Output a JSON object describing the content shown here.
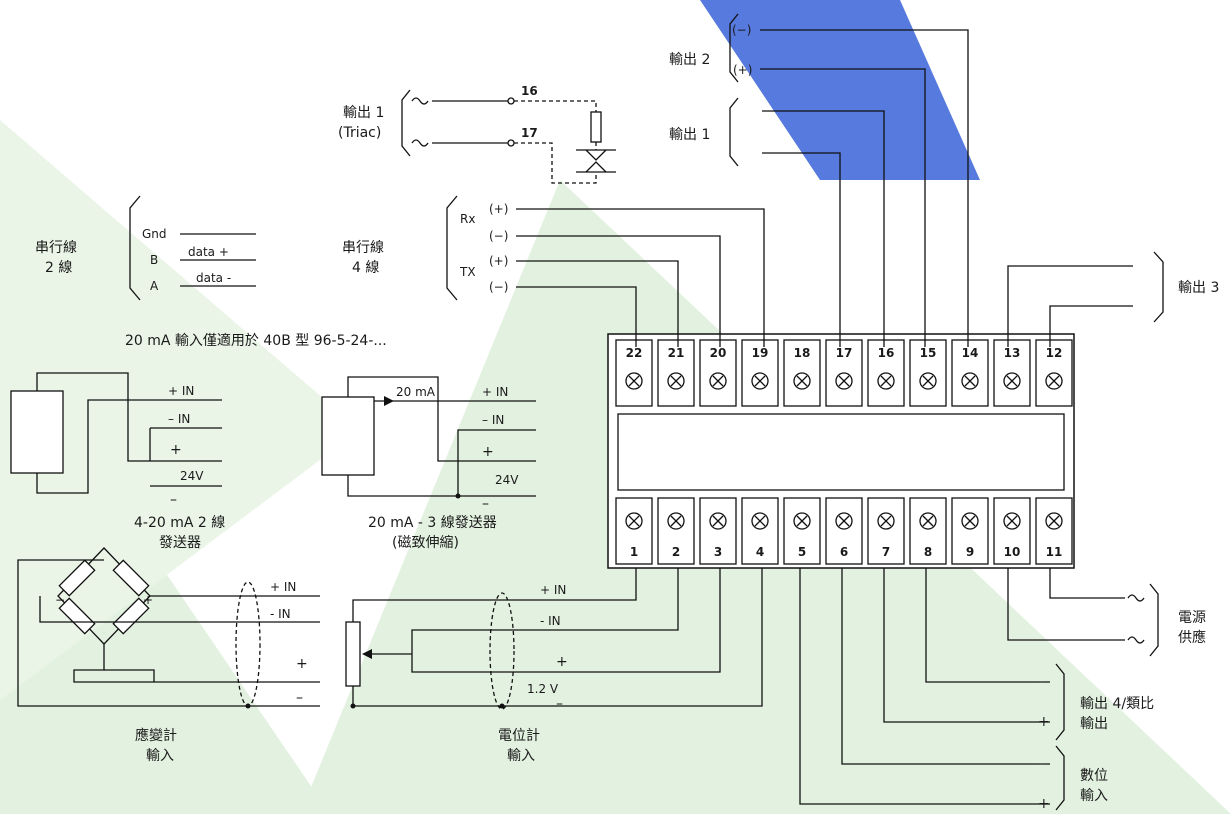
{
  "colors": {
    "line": "#111111",
    "bg_green": "#dff0dc",
    "bg_blue": "#2e5bd6"
  },
  "top_terminals": [
    "22",
    "21",
    "20",
    "19",
    "18",
    "17",
    "16",
    "15",
    "14",
    "13",
    "12"
  ],
  "bottom_terminals": [
    "1",
    "2",
    "3",
    "4",
    "5",
    "6",
    "7",
    "8",
    "9",
    "10",
    "11"
  ],
  "labels": {
    "out1_triac_a": "輸出 1",
    "out1_triac_b": "(Triac)",
    "t16": "16",
    "t17": "17",
    "out2": "輸出 2",
    "out2_minus": "(−)",
    "out2_plus": "(+)",
    "out1_relay": "輸出 1",
    "out3": "輸出 3",
    "serial2_a": "串行線",
    "serial2_b": "2 線",
    "gnd": "Gnd",
    "b": "B",
    "a": "A",
    "data_plus": "data +",
    "data_minus": "data -",
    "serial4_a": "串行線",
    "serial4_b": "4 線",
    "rx": "Rx",
    "tx": "TX",
    "rx_plus": "(+)",
    "rx_minus": "(−)",
    "tx_plus": "(+)",
    "tx_minus": "(−)",
    "note_20ma": "20 mA 輸入僅適用於 40B 型 96-5-24-...",
    "plus_in": "+ IN",
    "minus_in": "– IN",
    "plus": "+",
    "minus": "–",
    "v24": "24V",
    "tx2_a": "4-20 mA 2 線",
    "tx2_b": "發送器",
    "ma20": "20 mA",
    "tx3_a": "20 mA - 3 線發送器",
    "tx3_b": "(磁致伸縮)",
    "sg_plus_in": "+ IN",
    "sg_minus_in": "- IN",
    "strain_a": "應變計",
    "strain_b": "輸入",
    "pot_plus_in": "+ IN",
    "pot_minus_in": "- IN",
    "v12": "1.2 V",
    "pot_a": "電位計",
    "pot_b": "輸入",
    "power_a": "電源",
    "power_b": "供應",
    "out4_a": "輸出 4/類比",
    "out4_b": "輸出",
    "digital_a": "數位",
    "digital_b": "輸入"
  }
}
